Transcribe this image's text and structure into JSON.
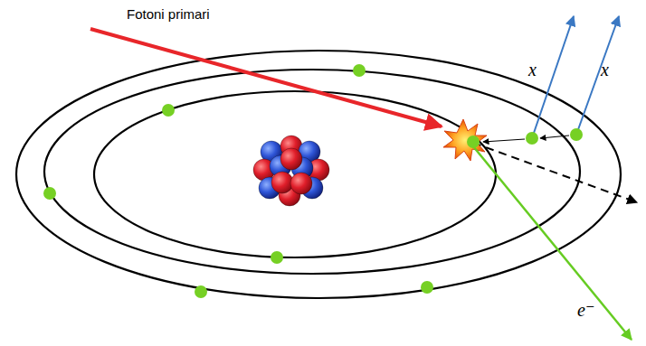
{
  "diagram": {
    "labels": [
      "Fotoni primari",
      "x",
      "x",
      "e⁻"
    ]
  }
}
